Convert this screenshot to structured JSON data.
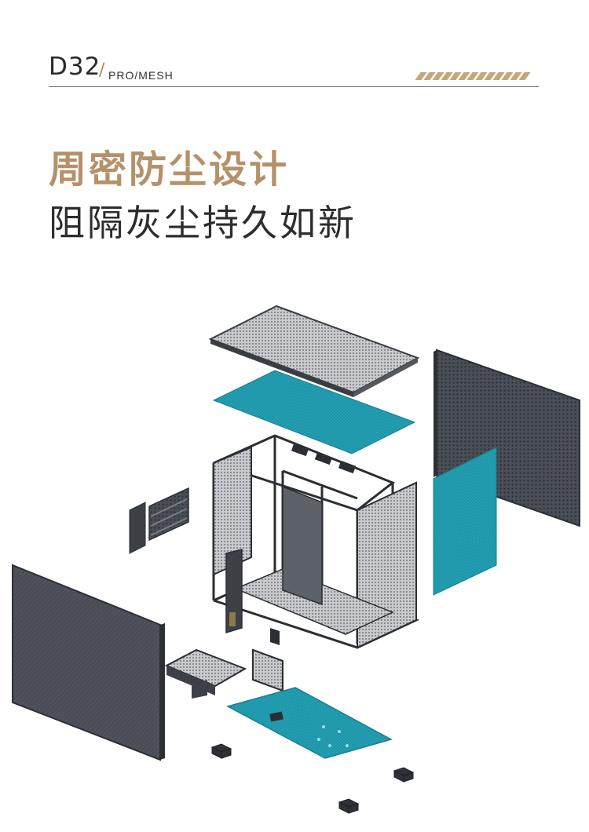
{
  "header": {
    "model": "D32",
    "separator": "/",
    "variant": "PRO/MESH"
  },
  "headline": {
    "title": "周密防尘设计",
    "subtitle": "阻隔灰尘持久如新"
  },
  "colors": {
    "accent_gold": "#b5916a",
    "stripe_gold": "#c7a77a",
    "text_dark": "#2d2d2d",
    "filter_teal": "#1e95a8",
    "panel_dark": "#3b3e45"
  },
  "illustration": {
    "icon": "exploded-case-diagram-icon"
  }
}
